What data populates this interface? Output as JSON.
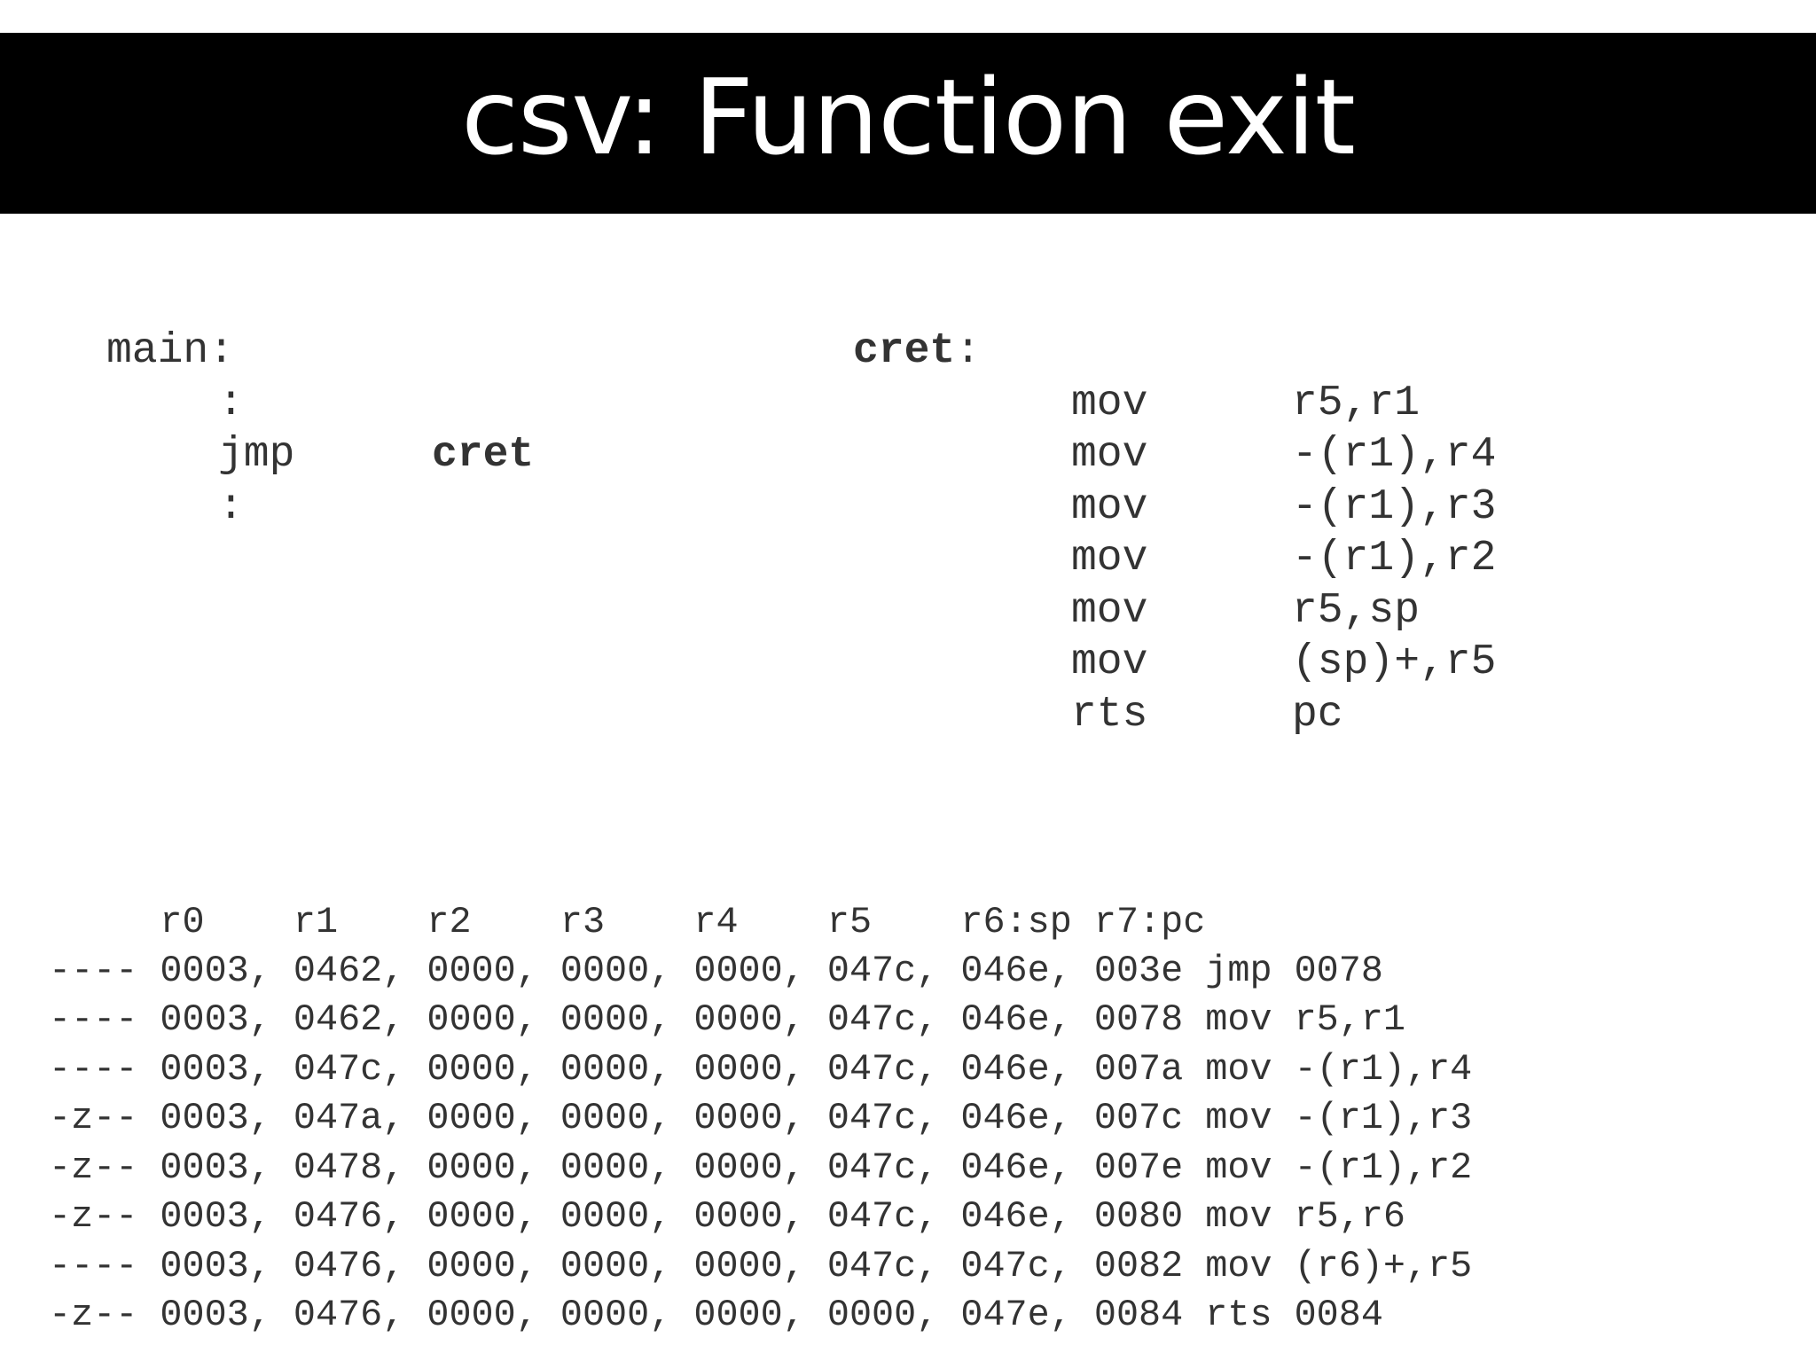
{
  "slide": {
    "title": "csv: Function exit"
  },
  "main_code": {
    "label": "main:",
    "dots_1": ":",
    "jmp_op": "jmp",
    "jmp_target": "cret",
    "dots_2": ":"
  },
  "cret_code": {
    "label_name": "cret",
    "label_colon": ":",
    "instructions": [
      {
        "op": "mov",
        "args": "r5,r1"
      },
      {
        "op": "mov",
        "args": "-(r1),r4"
      },
      {
        "op": "mov",
        "args": "-(r1),r3"
      },
      {
        "op": "mov",
        "args": "-(r1),r2"
      },
      {
        "op": "mov",
        "args": "r5,sp"
      },
      {
        "op": "mov",
        "args": "(sp)+,r5"
      },
      {
        "op": "rts",
        "args": "pc"
      }
    ]
  },
  "trace": {
    "header": "     r0    r1    r2    r3    r4    r5    r6:sp r7:pc",
    "rows": [
      "---- 0003, 0462, 0000, 0000, 0000, 047c, 046e, 003e jmp 0078",
      "---- 0003, 0462, 0000, 0000, 0000, 047c, 046e, 0078 mov r5,r1",
      "---- 0003, 047c, 0000, 0000, 0000, 047c, 046e, 007a mov -(r1),r4",
      "-z-- 0003, 047a, 0000, 0000, 0000, 047c, 046e, 007c mov -(r1),r3",
      "-z-- 0003, 0478, 0000, 0000, 0000, 047c, 046e, 007e mov -(r1),r2",
      "-z-- 0003, 0476, 0000, 0000, 0000, 047c, 046e, 0080 mov r5,r6",
      "---- 0003, 0476, 0000, 0000, 0000, 047c, 047c, 0082 mov (r6)+,r5",
      "-z-- 0003, 0476, 0000, 0000, 0000, 0000, 047e, 0084 rts 0084"
    ]
  }
}
